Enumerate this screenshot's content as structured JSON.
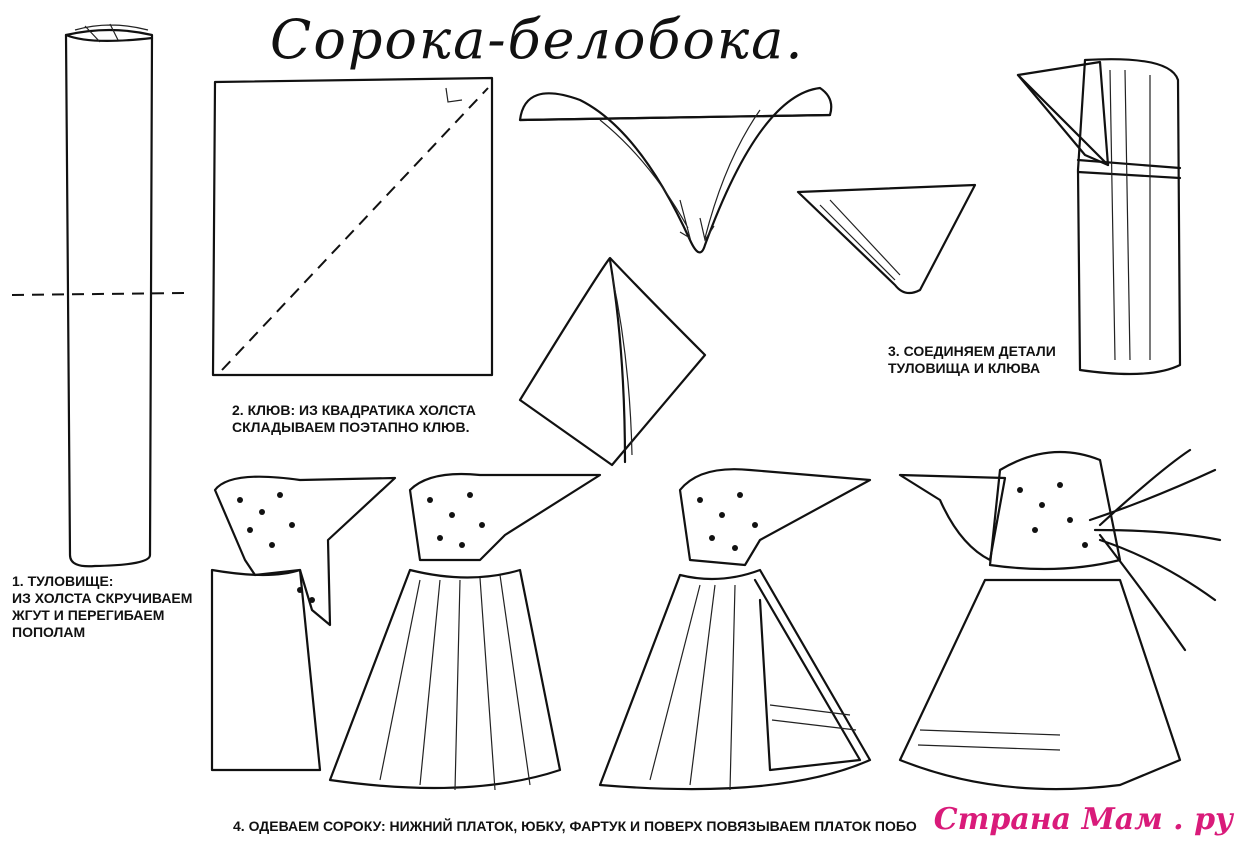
{
  "title": "Сорока-белобока.",
  "captions": {
    "step1": [
      "1. ТУЛОВИЩЕ:",
      "ИЗ ХОЛСТА СКРУЧИВАЕМ",
      "ЖГУТ И ПЕРЕГИБАЕМ",
      "ПОПОЛАМ"
    ],
    "step2": [
      "2. КЛЮВ: ИЗ КВАДРАТИКА ХОЛСТА",
      "СКЛАДЫВАЕМ ПОЭТАПНО КЛЮВ."
    ],
    "step3": [
      "3. СОЕДИНЯЕМ ДЕТАЛИ",
      "ТУЛОВИЩА И КЛЮВА"
    ],
    "step4": "4. ОДЕВАЕМ СОРОКУ: НИЖНИЙ ПЛАТОК, ЮБКУ, ФАРТУК И ПОВЕРХ ПОВЯЗЫВАЕМ ПЛАТОК ПОБО"
  },
  "watermark": "Страна Мам . ру",
  "colors": {
    "ink": "#111111",
    "watermark": "#d91b7a"
  }
}
